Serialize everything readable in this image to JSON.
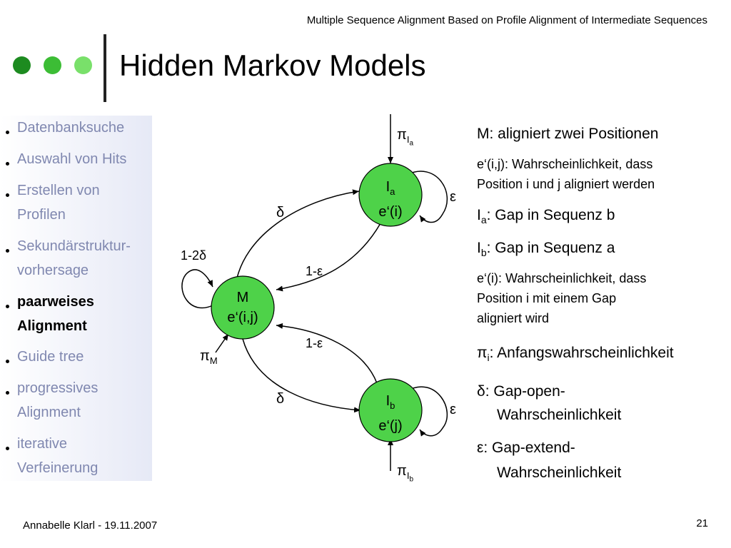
{
  "header": {
    "presentation_title": "Multiple Sequence Alignment Based on Profile Alignment of Intermediate Sequences"
  },
  "decor": {
    "dot_colors": [
      "#1d8b20",
      "#3cbd35",
      "#79e06a"
    ]
  },
  "slide": {
    "title": "Hidden Markov Models"
  },
  "sidebar": {
    "items": [
      {
        "label": "Datenbanksuche",
        "active": false
      },
      {
        "label": "Auswahl von Hits",
        "active": false
      },
      {
        "label": "Erstellen von Profilen",
        "active": false
      },
      {
        "label": "Sekundärstruktur-vorhersage",
        "active": false
      },
      {
        "label": "paarweises Alignment",
        "active": true
      },
      {
        "label": "Guide tree",
        "active": false
      },
      {
        "label": "progressives Alignment",
        "active": false
      },
      {
        "label": "iterative Verfeinerung",
        "active": false
      }
    ]
  },
  "diagram": {
    "node_color": "#4ed249",
    "nodes": {
      "ia": {
        "name": "I",
        "sub": "a",
        "emission": "e‘(i)"
      },
      "m": {
        "name": "M",
        "emission": "e‘(i,j)"
      },
      "ib": {
        "name": "I",
        "sub": "b",
        "emission": "e‘(j)"
      }
    },
    "labels": {
      "pi_ia": {
        "pi": "π",
        "sub": "I",
        "subsub": "a"
      },
      "pi_ib": {
        "pi": "π",
        "sub": "I",
        "subsub": "b"
      },
      "pi_m": {
        "pi": "π",
        "sub": "M"
      },
      "delta_top": "δ",
      "delta_bottom": "δ",
      "eps_top": "ε",
      "eps_bottom": "ε",
      "one_minus_eps_top": "1-ε",
      "one_minus_eps_bottom": "1-ε",
      "self_m": "1-2δ"
    }
  },
  "legend": {
    "m_title": "M: aligniert zwei Positionen",
    "m_desc_1": "e‘(i,j): Wahrscheinlichkeit, dass",
    "m_desc_2": "Position i und j aligniert werden",
    "ia_name": "I",
    "ia_sub": "a",
    "ia_text": ": Gap in Sequenz b",
    "ib_name": "I",
    "ib_sub": "b",
    "ib_text": ": Gap in Sequenz a",
    "i_desc_1": "e‘(i): Wahrscheinlichkeit, dass",
    "i_desc_2": "Position i mit einem Gap",
    "i_desc_3": "aligniert wird",
    "pi_symbol": "π",
    "pi_sub": "i",
    "pi_text": ": Anfangswahrscheinlichkeit",
    "delta_symbol": "δ",
    "delta_text_1": ": Gap-open-",
    "delta_text_2": "Wahrscheinlichkeit",
    "eps_symbol": "ε",
    "eps_text_1": ": Gap-extend-",
    "eps_text_2": "Wahrscheinlichkeit"
  },
  "footer": {
    "author_date": "Annabelle Klarl - 19.11.2007",
    "page_number": "21"
  }
}
